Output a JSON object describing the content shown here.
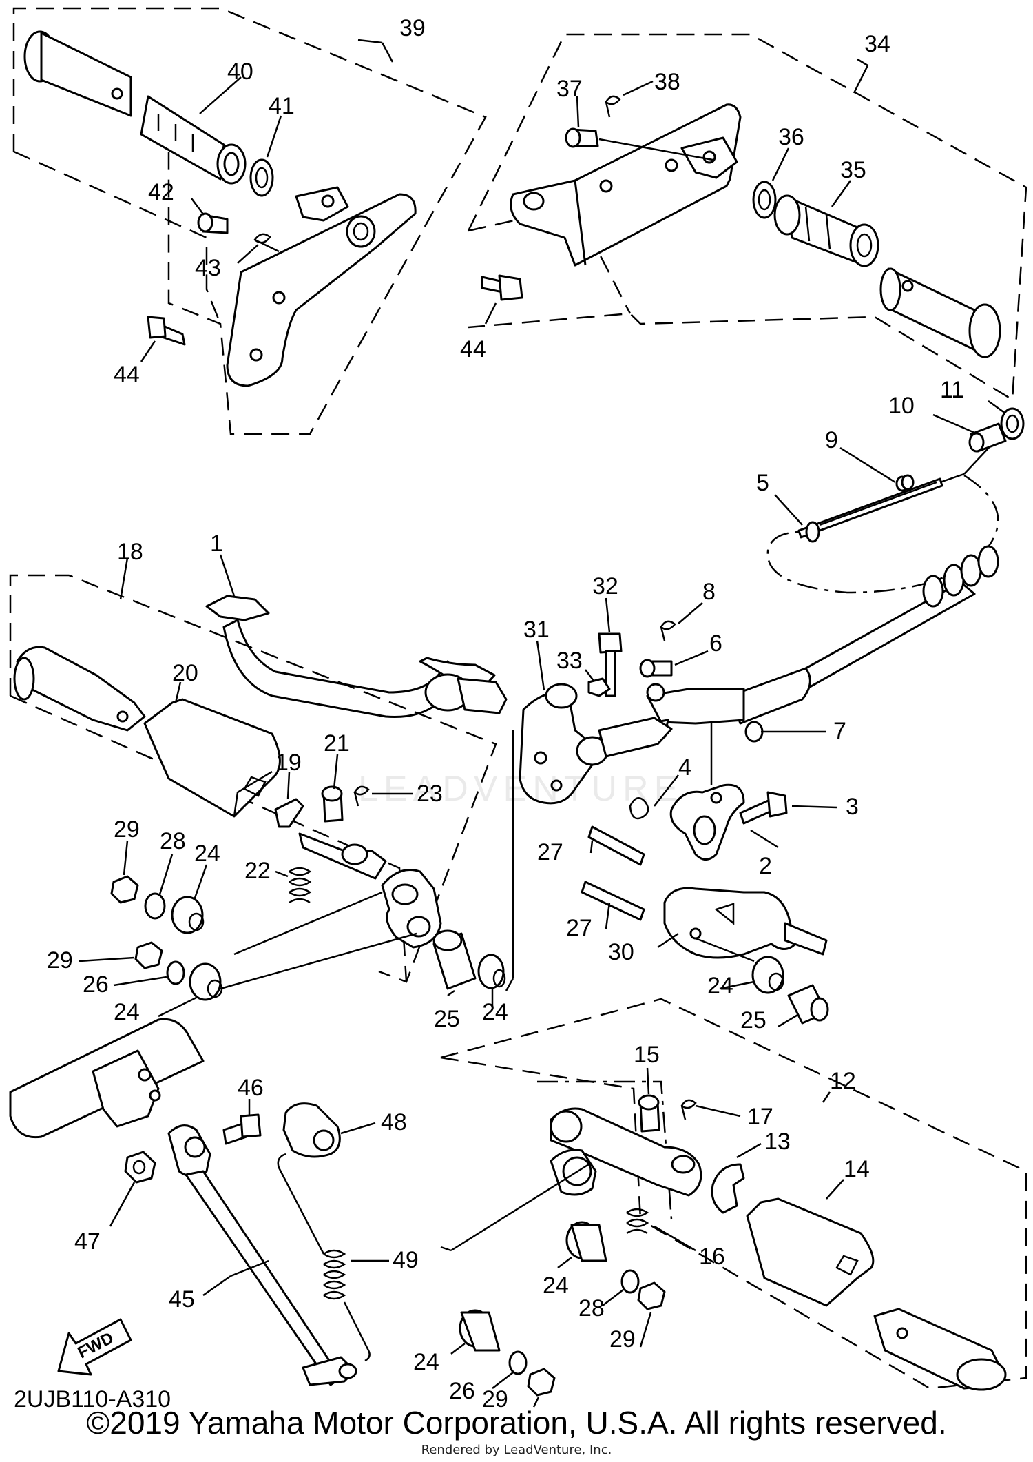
{
  "diagram_code": "2UJB110-A310",
  "copyright": "©2019 Yamaha Motor Corporation, U.S.A. All rights reserved.",
  "rendered_by": "Rendered by LeadVenture, Inc.",
  "watermark": "LEADVENTURE",
  "fwd_label": "FWD",
  "callouts": [
    {
      "id": "c1",
      "text": "1"
    },
    {
      "id": "c2",
      "text": "2"
    },
    {
      "id": "c3",
      "text": "3"
    },
    {
      "id": "c4",
      "text": "4"
    },
    {
      "id": "c5",
      "text": "5"
    },
    {
      "id": "c6",
      "text": "6"
    },
    {
      "id": "c7",
      "text": "7"
    },
    {
      "id": "c8",
      "text": "8"
    },
    {
      "id": "c9",
      "text": "9"
    },
    {
      "id": "c10",
      "text": "10"
    },
    {
      "id": "c11",
      "text": "11"
    },
    {
      "id": "c12",
      "text": "12"
    },
    {
      "id": "c13",
      "text": "13"
    },
    {
      "id": "c14",
      "text": "14"
    },
    {
      "id": "c15",
      "text": "15"
    },
    {
      "id": "c16",
      "text": "16"
    },
    {
      "id": "c17",
      "text": "17"
    },
    {
      "id": "c18",
      "text": "18"
    },
    {
      "id": "c19",
      "text": "19"
    },
    {
      "id": "c20",
      "text": "20"
    },
    {
      "id": "c21",
      "text": "21"
    },
    {
      "id": "c22",
      "text": "22"
    },
    {
      "id": "c23",
      "text": "23"
    },
    {
      "id": "c24a",
      "text": "24"
    },
    {
      "id": "c24b",
      "text": "24"
    },
    {
      "id": "c24c",
      "text": "24"
    },
    {
      "id": "c24d",
      "text": "24"
    },
    {
      "id": "c24e",
      "text": "24"
    },
    {
      "id": "c24f",
      "text": "24"
    },
    {
      "id": "c25a",
      "text": "25"
    },
    {
      "id": "c25b",
      "text": "25"
    },
    {
      "id": "c26a",
      "text": "26"
    },
    {
      "id": "c26b",
      "text": "26"
    },
    {
      "id": "c27a",
      "text": "27"
    },
    {
      "id": "c27b",
      "text": "27"
    },
    {
      "id": "c28a",
      "text": "28"
    },
    {
      "id": "c28b",
      "text": "28"
    },
    {
      "id": "c29a",
      "text": "29"
    },
    {
      "id": "c29b",
      "text": "29"
    },
    {
      "id": "c29c",
      "text": "29"
    },
    {
      "id": "c29d",
      "text": "29"
    },
    {
      "id": "c30",
      "text": "30"
    },
    {
      "id": "c31",
      "text": "31"
    },
    {
      "id": "c32",
      "text": "32"
    },
    {
      "id": "c33",
      "text": "33"
    },
    {
      "id": "c34",
      "text": "34"
    },
    {
      "id": "c35",
      "text": "35"
    },
    {
      "id": "c36",
      "text": "36"
    },
    {
      "id": "c37",
      "text": "37"
    },
    {
      "id": "c38",
      "text": "38"
    },
    {
      "id": "c39",
      "text": "39"
    },
    {
      "id": "c40",
      "text": "40"
    },
    {
      "id": "c41",
      "text": "41"
    },
    {
      "id": "c42",
      "text": "42"
    },
    {
      "id": "c43",
      "text": "43"
    },
    {
      "id": "c44a",
      "text": "44"
    },
    {
      "id": "c44b",
      "text": "44"
    },
    {
      "id": "c45",
      "text": "45"
    },
    {
      "id": "c46",
      "text": "46"
    },
    {
      "id": "c47",
      "text": "47"
    },
    {
      "id": "c48",
      "text": "48"
    },
    {
      "id": "c49",
      "text": "49"
    }
  ]
}
